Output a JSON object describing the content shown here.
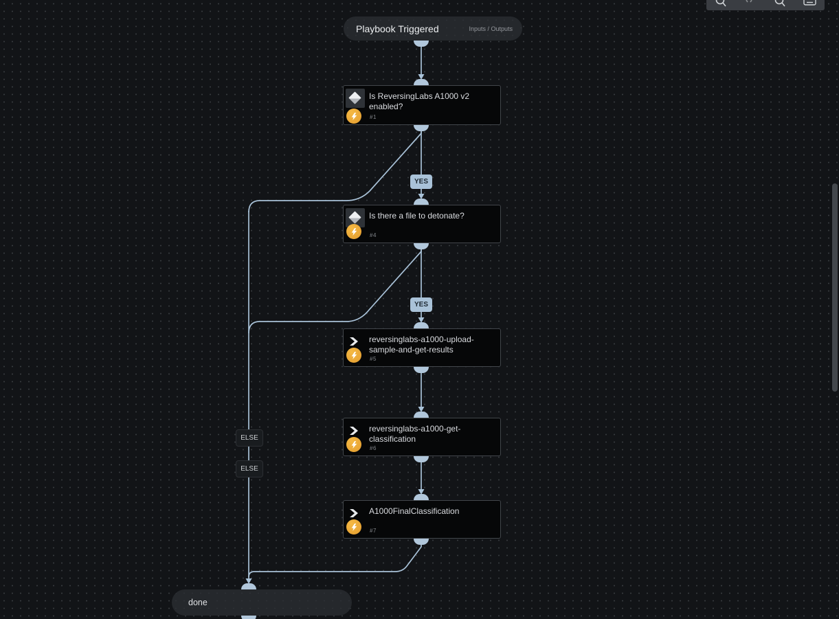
{
  "start_node": {
    "title": "Playbook Triggered",
    "link": "Inputs / Outputs"
  },
  "tasks": {
    "t1": {
      "type": "condition",
      "title": "Is ReversingLabs A1000 v2 enabled?",
      "number": "#1"
    },
    "t4": {
      "type": "condition",
      "title": "Is there a file to detonate?",
      "number": "#4"
    },
    "t5": {
      "type": "task",
      "title": "reversinglabs-a1000-upload-sample-and-get-results",
      "number": "#5"
    },
    "t6": {
      "type": "task",
      "title": "reversinglabs-a1000-get-classification",
      "number": "#6"
    },
    "t7": {
      "type": "task",
      "title": "A1000FinalClassification",
      "number": "#7"
    }
  },
  "end_node": {
    "title": "done"
  },
  "edge_labels": {
    "yes1": "YES",
    "yes2": "YES",
    "else1": "ELSE",
    "else2": "ELSE"
  },
  "toolbar_icons": [
    "zoom-out-magnifier",
    "pan-marks",
    "zoom-in-magnifier",
    "keyboard"
  ],
  "colors": {
    "edge": "#a9c2d8",
    "port": "#b1c7db",
    "automation_accent": "#eda73b",
    "yes_chip": "#a9c2d8",
    "canvas_bg": "#121417",
    "node_bg": "#060708"
  }
}
